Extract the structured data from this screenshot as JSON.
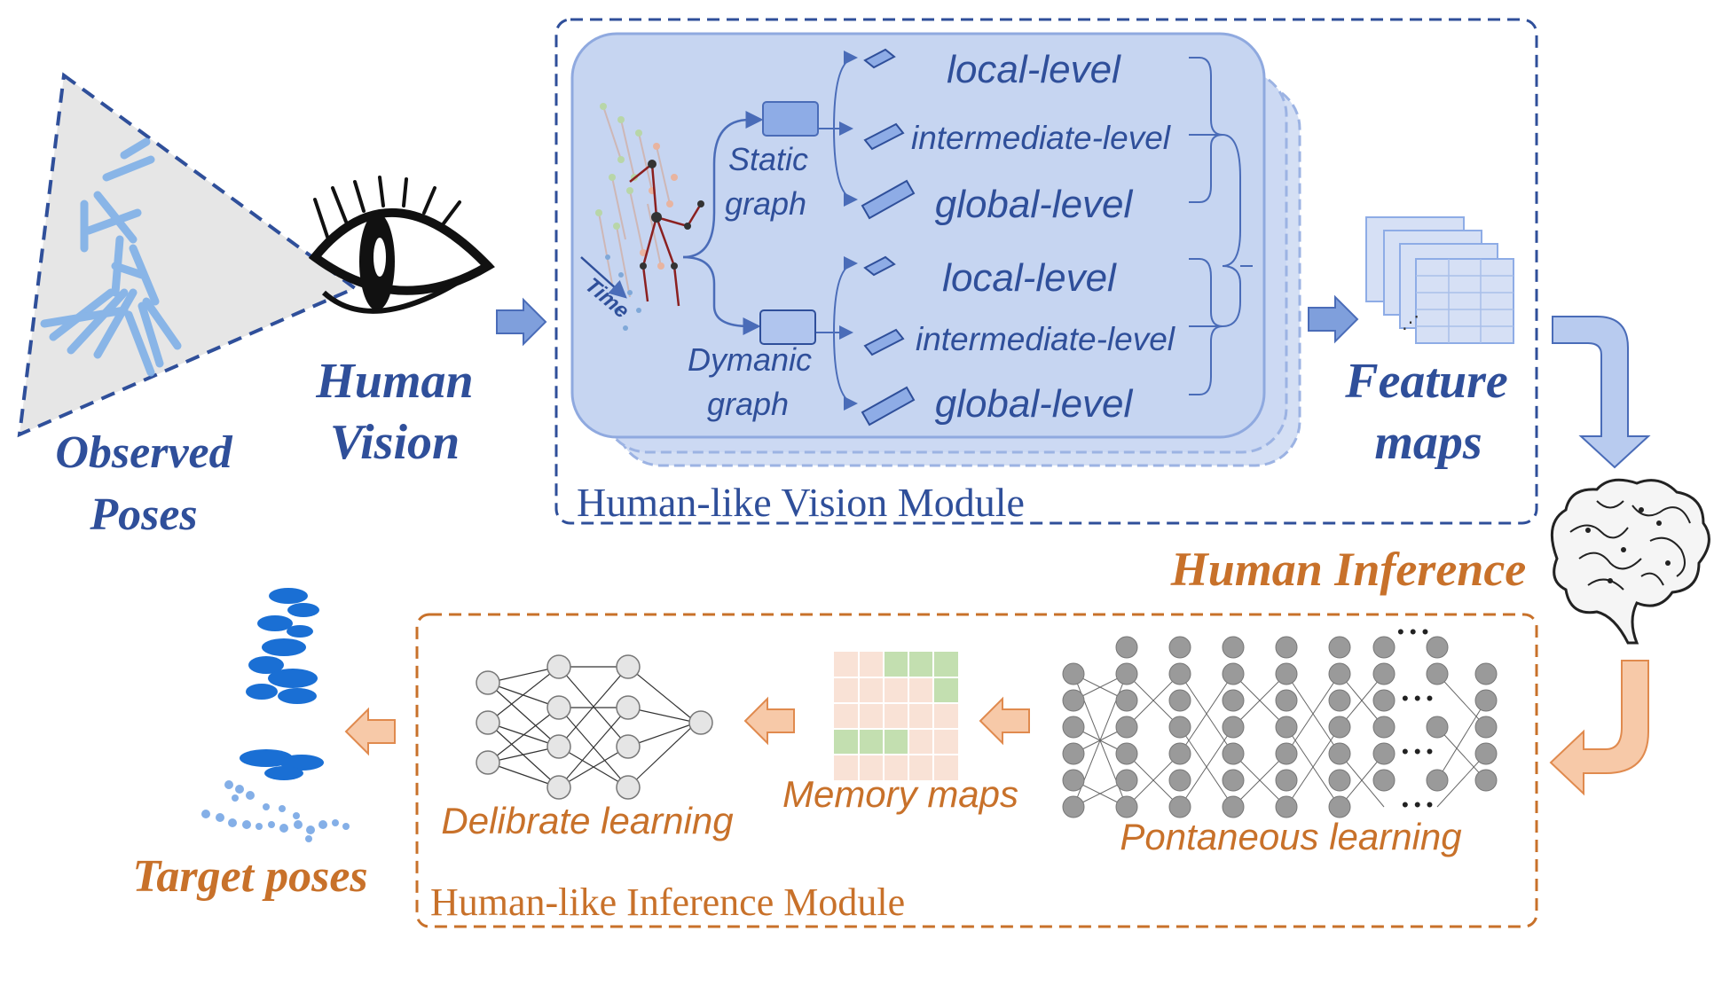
{
  "labels": {
    "observed_poses": [
      "Observed",
      "Poses"
    ],
    "human_vision": [
      "Human",
      "Vision"
    ],
    "static_graph": [
      "Static",
      "graph"
    ],
    "dynamic_graph": [
      "Dymanic",
      "graph"
    ],
    "time": "Time",
    "levels": [
      "local-level",
      "intermediate-level",
      "global-level"
    ],
    "feature_maps": [
      "Feature",
      "maps"
    ],
    "vision_module": "Human-like Vision Module",
    "human_inference": "Human Inference",
    "pontaneous_learning": "Pontaneous learning",
    "memory_maps": "Memory maps",
    "delibrate_learning": "Delibrate learning",
    "target_poses": "Target poses",
    "inference_module": "Human-like Inference Module"
  },
  "icons": [
    "eye-icon",
    "brain-icon",
    "neural-network-icon",
    "memory-grid-icon",
    "feature-maps-icon",
    "skeleton-graph-icon"
  ],
  "colors": {
    "blue_text": "#2f4f9a",
    "orange_text": "#c8712a",
    "panel_fill": "#c8d6f2",
    "arrow_blue": "#7f9fdc",
    "arrow_orange": "#f3b48a",
    "memory_green": "#c3dfb0",
    "memory_peach": "#f9e2d6"
  }
}
